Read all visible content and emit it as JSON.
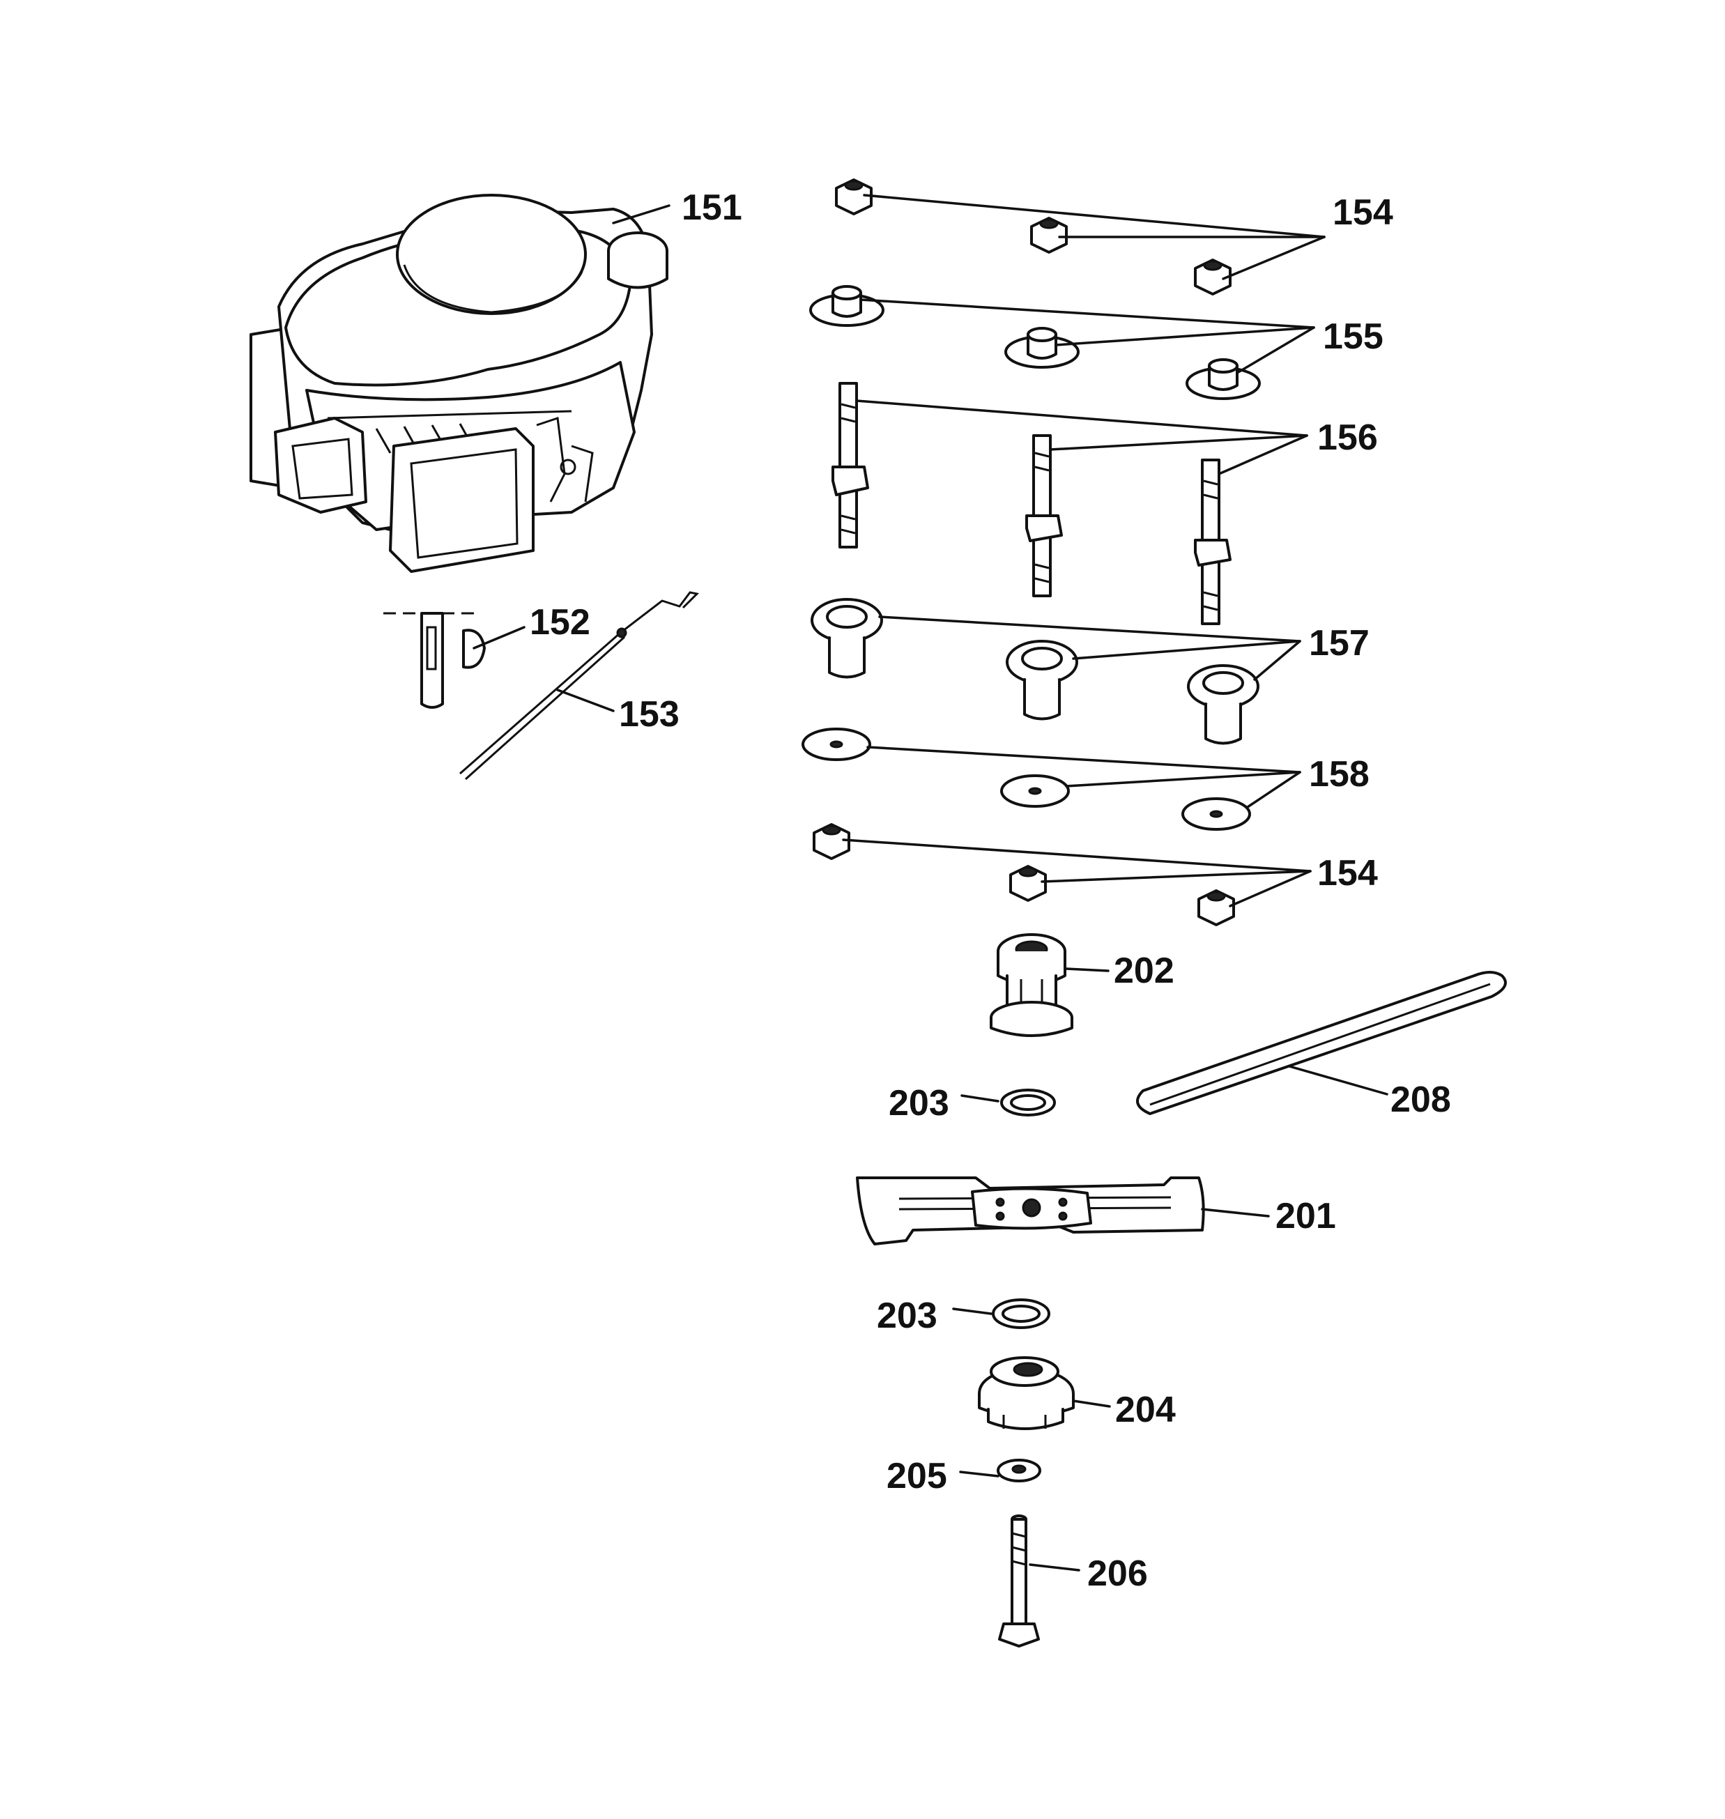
{
  "labels": {
    "p151": "151",
    "p152": "152",
    "p153": "153",
    "p154_top": "154",
    "p155": "155",
    "p156": "156",
    "p157": "157",
    "p158": "158",
    "p154_bottom": "154",
    "p202": "202",
    "p203_top": "203",
    "p208": "208",
    "p201": "201",
    "p203_bottom": "203",
    "p204": "204",
    "p205": "205",
    "p206": "206"
  },
  "colors": {
    "ink": "#111111",
    "background": "#ffffff"
  }
}
